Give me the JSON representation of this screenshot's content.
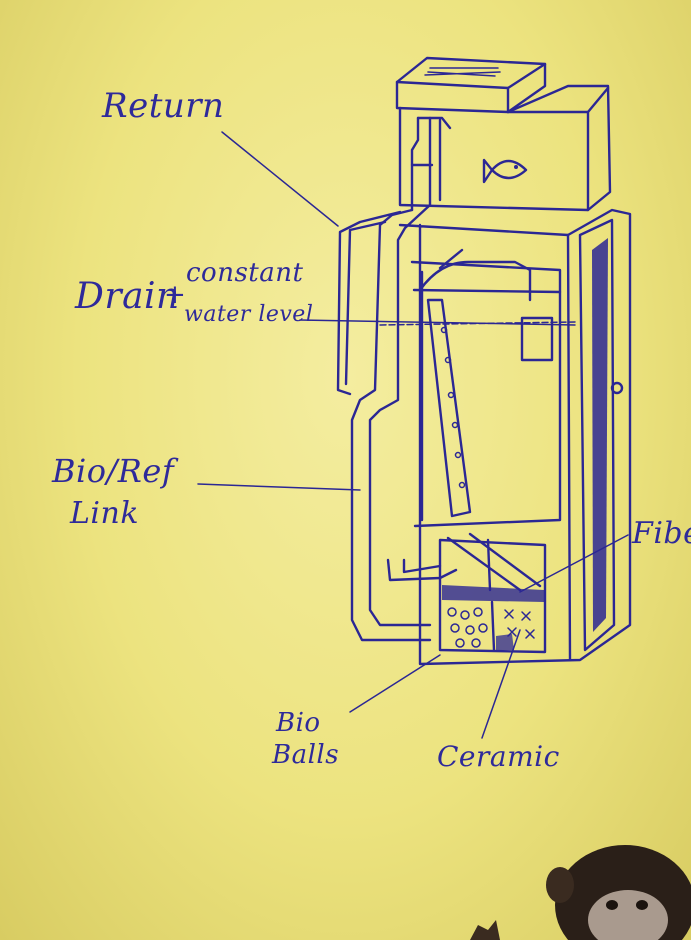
{
  "labels": {
    "return": "Return",
    "drain": "Drain",
    "constant_water_level_1": "constant",
    "constant_water_level_2": "water level",
    "bio_ref_1": "Bio/Ref",
    "bio_ref_2": "Link",
    "fiber": "Fiber",
    "bio_balls_1": "Bio",
    "bio_balls_2": "Balls",
    "ceramic": "Ceramic"
  },
  "colors": {
    "ink": "#2b2794",
    "paper": "#ece37f"
  },
  "icons": {
    "fish": "fish-icon",
    "monkey": "monkey-figure"
  }
}
